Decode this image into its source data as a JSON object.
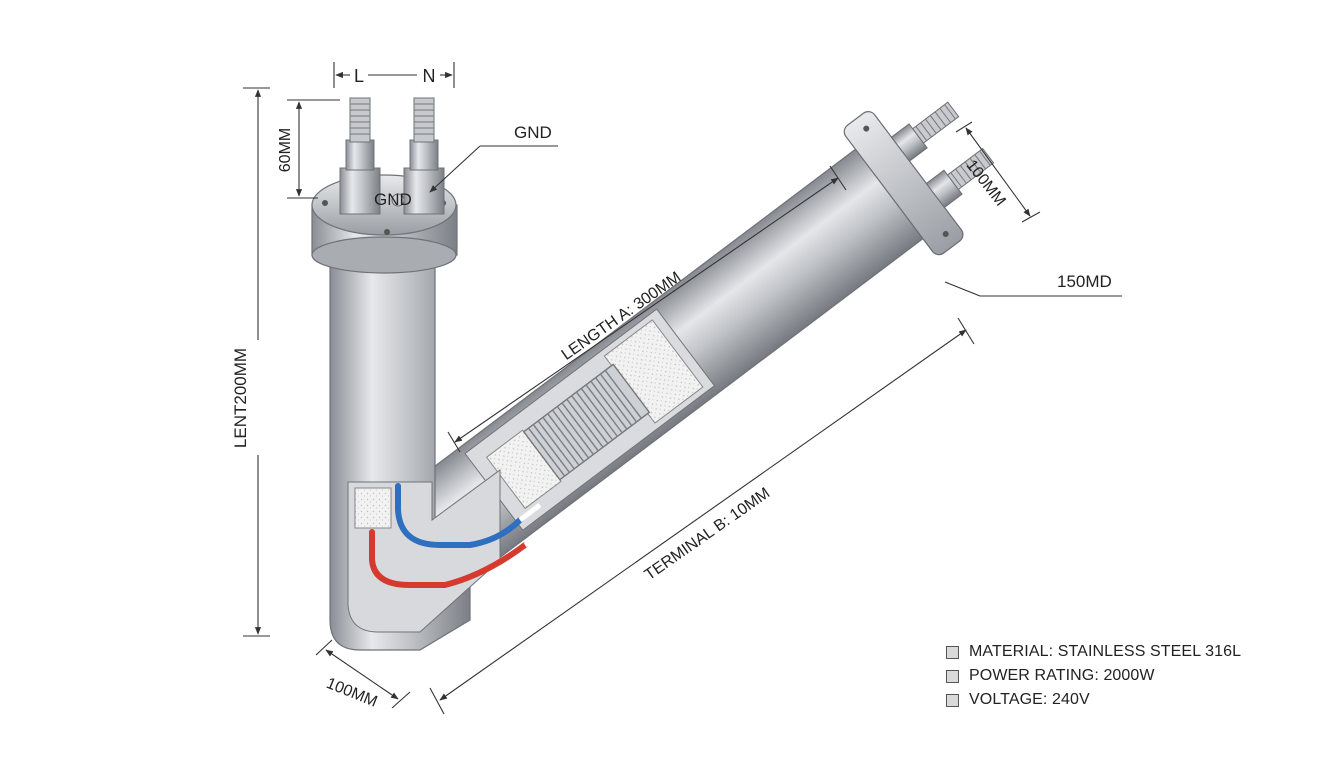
{
  "terminals": {
    "live": "L",
    "neutral": "N",
    "ground_top": "GND",
    "ground_mark": "GND"
  },
  "dimensions": {
    "terminal_height": "60MM",
    "vertical_length": "LENT200MM",
    "bottom_width": "100MM",
    "length_a": "LENGTH A: 300MM",
    "terminal_b": "TERMINAL B: 10MM",
    "flange_terminal": "100MM",
    "flange_diameter": "150MD"
  },
  "legend": [
    {
      "label": "MATERIAL: STAINLESS STEEL 316L"
    },
    {
      "label": "POWER RATING: 2000W"
    },
    {
      "label": "VOLTAGE: 240V"
    }
  ],
  "colors": {
    "live_wire": "#d63a2f",
    "neutral_wire": "#2f6fbf",
    "steel": "#b8bcc2"
  }
}
